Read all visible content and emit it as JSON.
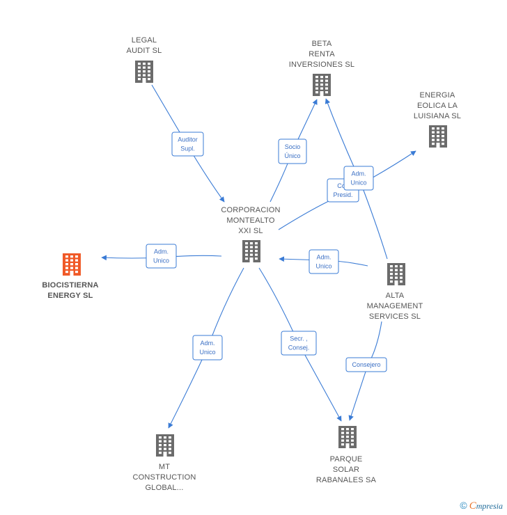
{
  "colors": {
    "edge": "#3a7bd5",
    "building": "#6b6b6b",
    "focus_building": "#f05a28"
  },
  "nodes": [
    {
      "id": "legal",
      "lines": [
        "LEGAL",
        "AUDIT  SL"
      ],
      "icon": "building-icon"
    },
    {
      "id": "beta",
      "lines": [
        "BETA",
        "RENTA",
        "INVERSIONES SL"
      ],
      "icon": "building-icon"
    },
    {
      "id": "energia",
      "lines": [
        "ENERGIA",
        "EOLICA LA",
        "LUISIANA SL"
      ],
      "icon": "building-icon"
    },
    {
      "id": "corporacion",
      "lines": [
        "CORPORACION",
        "MONTEALTO",
        "XXI SL"
      ],
      "icon": "building-icon"
    },
    {
      "id": "biocistierna",
      "lines": [
        "BIOCISTIERNA",
        "ENERGY  SL"
      ],
      "icon": "building-icon",
      "focus": true
    },
    {
      "id": "alta",
      "lines": [
        "ALTA",
        "MANAGEMENT",
        "SERVICES SL"
      ],
      "icon": "building-icon"
    },
    {
      "id": "mt",
      "lines": [
        "MT",
        "CONSTRUCTION",
        "GLOBAL..."
      ],
      "icon": "building-icon"
    },
    {
      "id": "parque",
      "lines": [
        "PARQUE",
        "SOLAR",
        "RABANALES SA"
      ],
      "icon": "building-icon"
    }
  ],
  "edges": [
    {
      "id": "legal-corp",
      "label": [
        "Auditor",
        "Supl."
      ]
    },
    {
      "id": "corp-beta",
      "label": [
        "Socio",
        "Único"
      ]
    },
    {
      "id": "corp-energia",
      "label": [
        "Con",
        "Presid."
      ]
    },
    {
      "id": "alta-beta",
      "label": [
        "Adm.",
        "Unico"
      ]
    },
    {
      "id": "corp-bio",
      "label": [
        "Adm.",
        "Unico"
      ]
    },
    {
      "id": "alta-corp",
      "label": [
        "Adm.",
        "Unico"
      ]
    },
    {
      "id": "corp-mt",
      "label": [
        "Adm.",
        "Unico"
      ]
    },
    {
      "id": "corp-parque",
      "label": [
        "Secr. ,",
        "Consej."
      ]
    },
    {
      "id": "alta-parque",
      "label": [
        "Consejero"
      ]
    }
  ],
  "footer": {
    "copyright": "©",
    "brand_initial": "C",
    "brand_rest": "mpresia"
  }
}
